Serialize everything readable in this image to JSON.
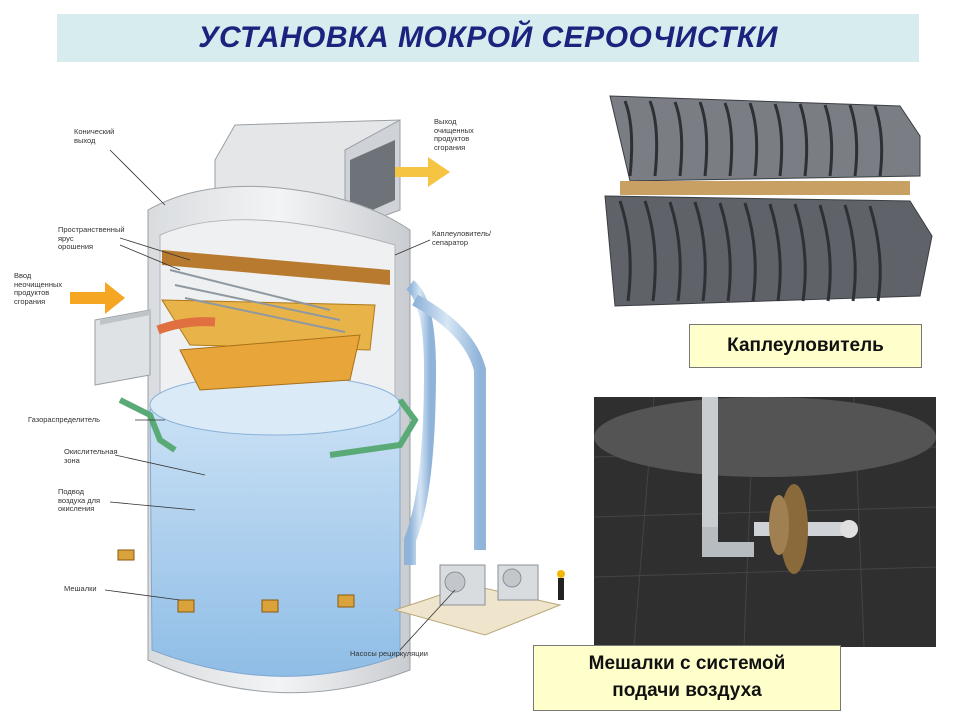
{
  "title": "УСТАНОВКА МОКРОЙ СЕРООЧИСТКИ",
  "diagram": {
    "labels": {
      "conical_outlet": "Конический\nвыход",
      "spray_tier": "Пространственный\nярус\nорошения",
      "inlet": "Ввод\nнеочищенных\nпродуктов\nсгорания",
      "gas_distributor": "Газораспределитель",
      "oxidation_zone": "Окислительная\nзона",
      "air_supply": "Подвод\nвоздуха для\nокисления",
      "mixers": "Мешалки",
      "outlet": "Выход\nочищенных\nпродуктов\nсгорания",
      "mist_eliminator": "Каплеуловитель/\nсепаратор",
      "recirculation_pumps": "Насосы рециркуляции"
    }
  },
  "captions": {
    "mist_eliminator": "Каплеуловитель",
    "mixers_line1": "Мешалки с системой",
    "mixers_line2": "подачи воздуха"
  },
  "colors": {
    "title_bar": "#d6ecee",
    "title_text": "#1a237e",
    "caption_bg": "#ffffcc",
    "arrow": "#f5a623"
  }
}
